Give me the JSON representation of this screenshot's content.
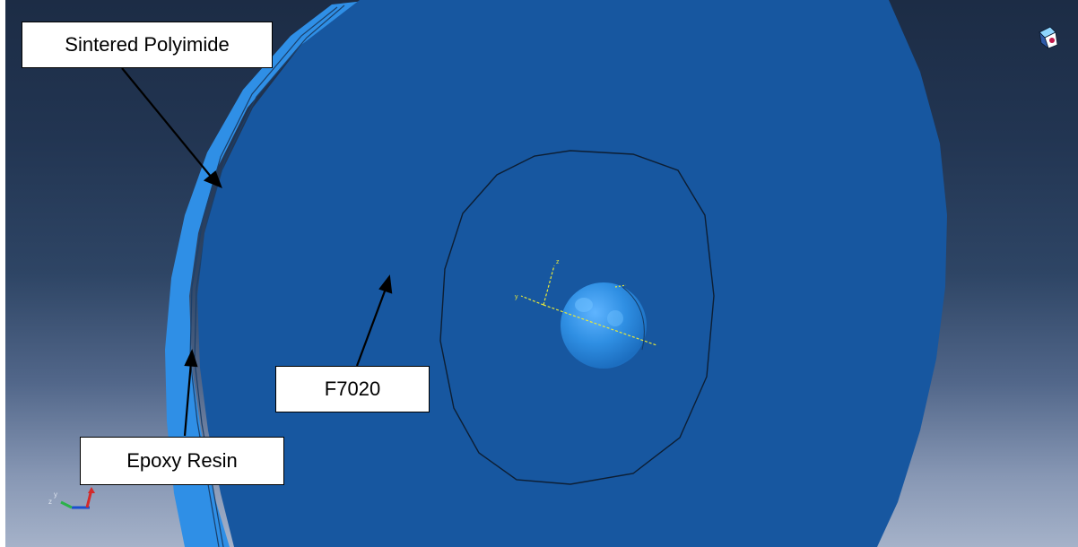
{
  "viewport": {
    "background_top": "#1c2c45",
    "background_bottom": "#a5b2c9",
    "part_color": "#1757a0",
    "rim_color": "#2f8fe6",
    "sphere_color": "#2f8fe3"
  },
  "callouts": {
    "sintered_polyimide": "Sintered Polyimide",
    "f7020": "F7020",
    "epoxy_resin": "Epoxy Resin"
  },
  "icons": {
    "view_cube": "view-orientation-icon",
    "global_triad": "xyz-triad-icon",
    "local_csys": "local-coordinate-system-icon"
  }
}
